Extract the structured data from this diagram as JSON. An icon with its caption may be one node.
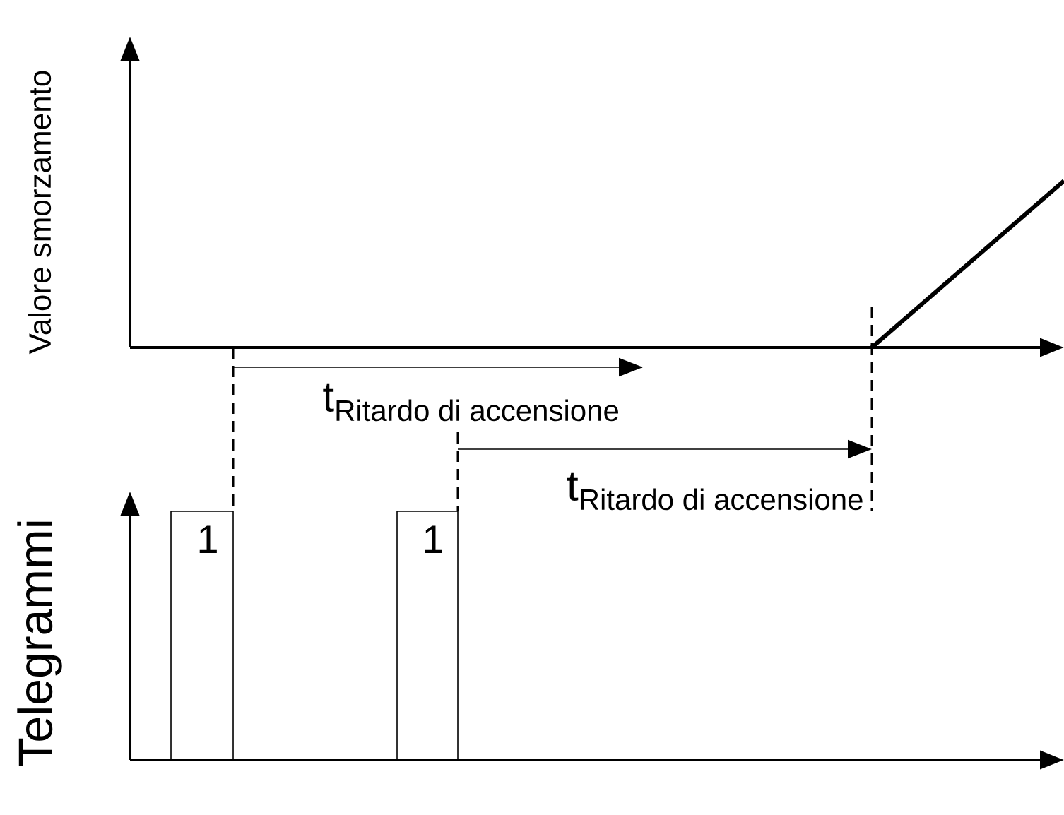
{
  "diagram": {
    "nodes": [
      {
        "text": [
          "1"
        ]
      },
      {
        "text": [
          "1"
        ]
      }
    ],
    "labels": [
      "Valore smorzamento",
      "Telegrammi",
      "\\text{t}_{\\text{Ritardo di accensione}}",
      "\\text{t}_{\\text{Ritardo di accensione}}"
    ]
  }
}
